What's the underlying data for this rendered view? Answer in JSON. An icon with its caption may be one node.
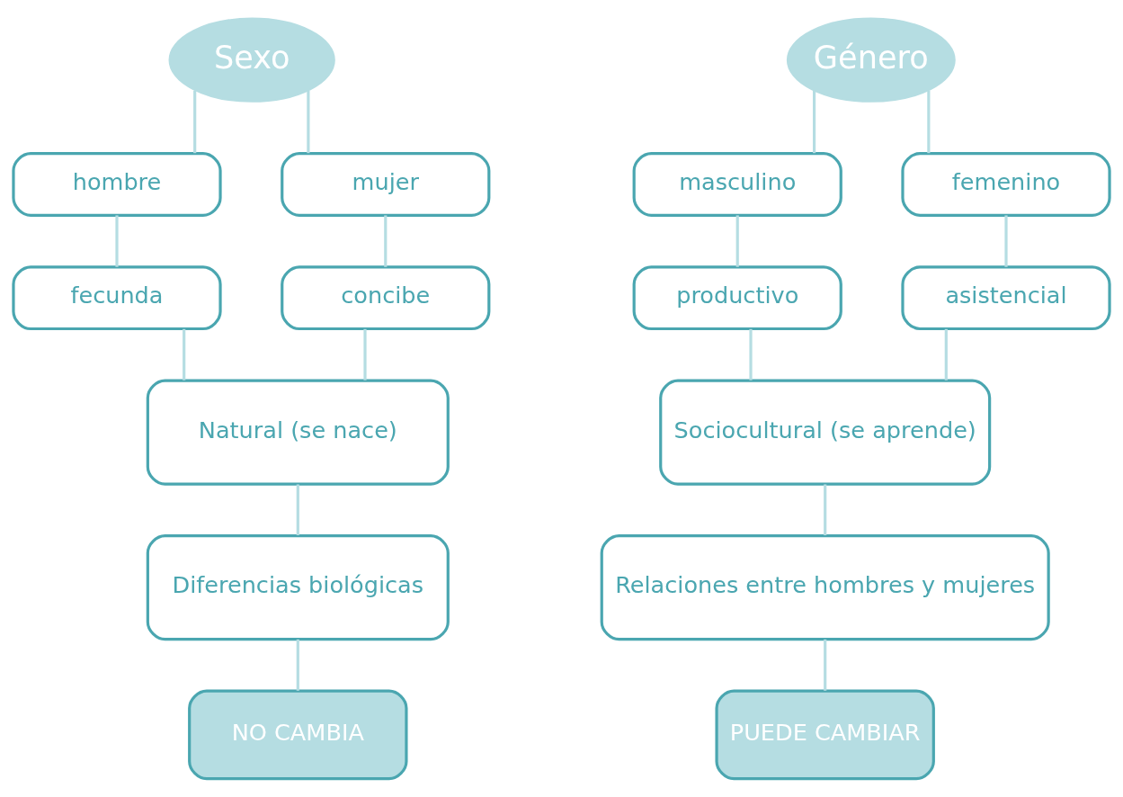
{
  "diagram": {
    "nodes": [
      {
        "text": [
          "Sexo"
        ]
      },
      {
        "text": [
          "hombre"
        ]
      },
      {
        "text": [
          "mujer"
        ]
      },
      {
        "text": [
          "fecunda"
        ]
      },
      {
        "text": [
          "concibe"
        ]
      },
      {
        "text": [
          "Natural (se nace)"
        ]
      },
      {
        "text": [
          "Diferencias biológicas"
        ]
      },
      {
        "text": [
          "NO CAMBIA"
        ]
      },
      {
        "text": [
          "Género"
        ]
      },
      {
        "text": [
          "masculino"
        ]
      },
      {
        "text": [
          "femenino"
        ]
      },
      {
        "text": [
          "productivo"
        ]
      },
      {
        "text": [
          "asistencial"
        ]
      },
      {
        "text": [
          "Sociocultural (se aprende)"
        ]
      },
      {
        "text": [
          "Relaciones entre hombres y mujeres"
        ]
      },
      {
        "text": [
          "PUEDE CAMBIAR"
        ]
      }
    ],
    "edges": [
      {
        "from": 0,
        "to": 1,
        "arrow": "none"
      },
      {
        "from": 0,
        "to": 2,
        "arrow": "none"
      },
      {
        "from": 1,
        "to": 3,
        "arrow": "none"
      },
      {
        "from": 2,
        "to": 4,
        "arrow": "none"
      },
      {
        "from": 3,
        "to": 5,
        "arrow": "none"
      },
      {
        "from": 4,
        "to": 5,
        "arrow": "none"
      },
      {
        "from": 5,
        "to": 6,
        "arrow": "none"
      },
      {
        "from": 6,
        "to": 7,
        "arrow": "none"
      },
      {
        "from": 8,
        "to": 9,
        "arrow": "none"
      },
      {
        "from": 8,
        "to": 10,
        "arrow": "none"
      },
      {
        "from": 9,
        "to": 11,
        "arrow": "none"
      },
      {
        "from": 10,
        "to": 12,
        "arrow": "none"
      },
      {
        "from": 11,
        "to": 13,
        "arrow": "none"
      },
      {
        "from": 12,
        "to": 13,
        "arrow": "none"
      },
      {
        "from": 13,
        "to": 14,
        "arrow": "none"
      },
      {
        "from": 14,
        "to": 15,
        "arrow": "none"
      }
    ]
  }
}
